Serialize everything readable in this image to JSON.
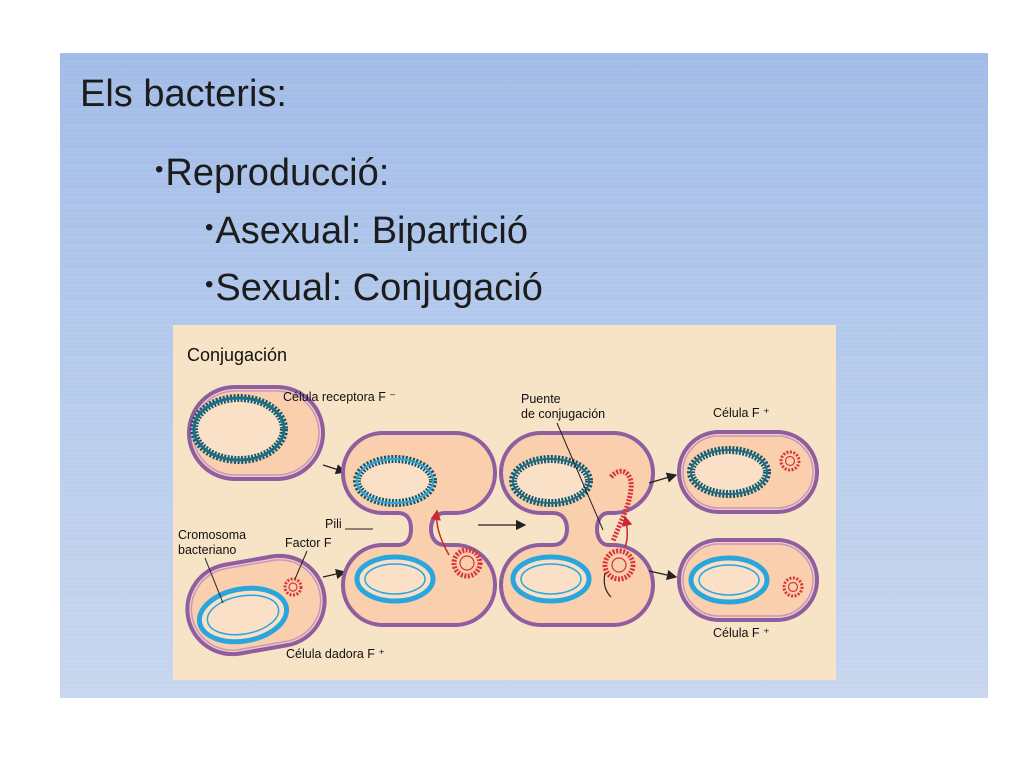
{
  "slide": {
    "title": "Els bacteris:",
    "bullets": [
      "Reproducció:",
      "Asexual: Bipartició",
      "Sexual: Conjugació"
    ]
  },
  "diagram": {
    "title": "Conjugación",
    "labels": {
      "receptor_cell": "Célula receptora F ⁻",
      "puente_line1": "Puente",
      "puente_line2": "de conjugación",
      "cell_f_top": "Célula F ⁺",
      "pili": "Pili",
      "cromosoma_line1": "Cromosoma",
      "cromosoma_line2": "bacteriano",
      "factor_f": "Factor F",
      "donor_cell": "Célula dadora F ⁺",
      "cell_f_bottom": "Célula F ⁺"
    },
    "colors": {
      "background": "#f7e3c5",
      "cell_fill": "#f9cfae",
      "cell_border": "#8e5ea0",
      "receptor_chromosome": "#15586b",
      "donor_chromosome": "#2aa6dc",
      "plasmid": "#d8333b"
    }
  }
}
